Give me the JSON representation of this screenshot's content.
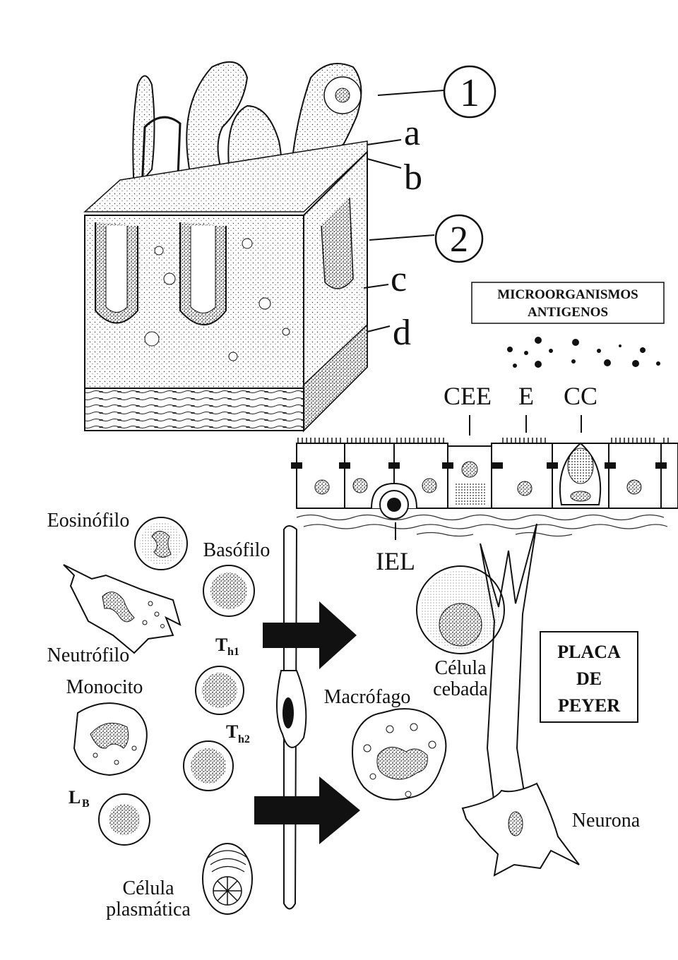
{
  "tissue_labels": {
    "num1": "1",
    "num2": "2",
    "a": "a",
    "b": "b",
    "c": "c",
    "d": "d"
  },
  "antigen_box": {
    "line1": "MICROORGANISMOS",
    "line2": "ANTIGENOS"
  },
  "epithelium_labels": {
    "cee": "CEE",
    "e": "E",
    "cc": "CC",
    "iel": "IEL"
  },
  "cells": {
    "eosinofilo": "Eosinófilo",
    "basofilo": "Basófilo",
    "neutrofilo": "Neutrófilo",
    "monocito": "Monocito",
    "th1_main": "T",
    "th1_sub": "h1",
    "th2_main": "T",
    "th2_sub": "h2",
    "lb_main": "L",
    "lb_sub": "B",
    "plasmatica_line1": "Célula",
    "plasmatica_line2": "plasmática",
    "macrofago": "Macrófago",
    "cebada_line1": "Célula",
    "cebada_line2": "cebada",
    "neurona": "Neurona"
  },
  "peyer_box": {
    "line1": "PLACA",
    "line2": "DE",
    "line3": "PEYER"
  }
}
